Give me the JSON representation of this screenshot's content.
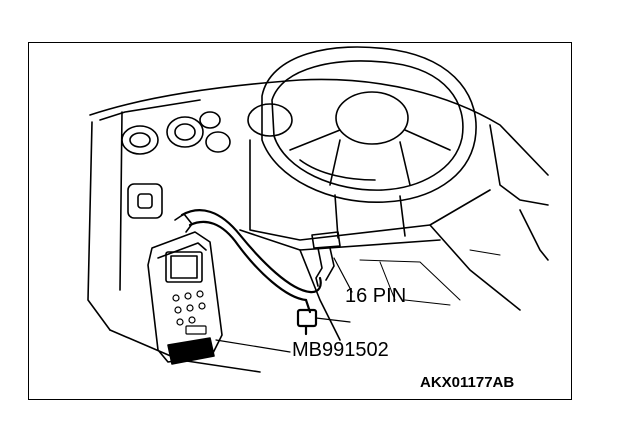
{
  "labels": {
    "connector": "16 PIN",
    "tool": "MB991502",
    "figure_code": "AKX01177AB"
  },
  "colors": {
    "ink": "#000000",
    "paper": "#ffffff"
  }
}
